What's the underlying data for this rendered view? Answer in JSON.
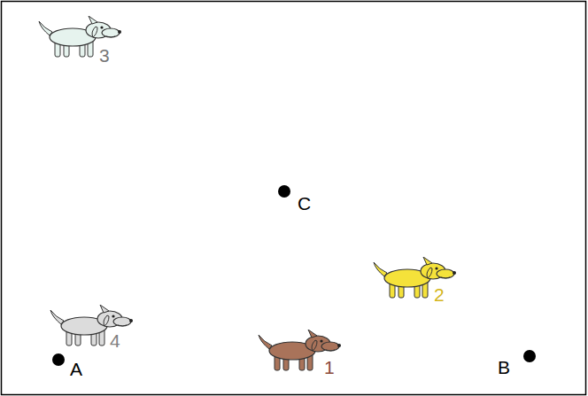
{
  "diagram": {
    "labels": [
      "3",
      "C",
      "2",
      "4",
      "A",
      "1",
      "B"
    ]
  }
}
